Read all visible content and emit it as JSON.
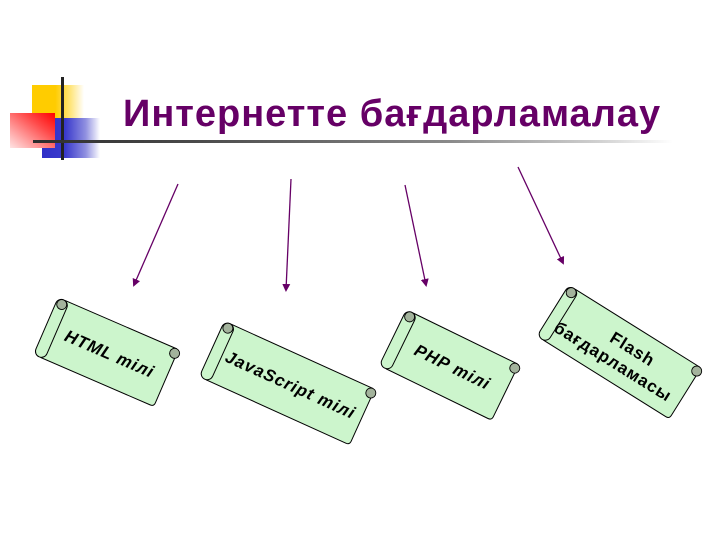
{
  "slide": {
    "title": "Интернетте бағдарламалау",
    "title_color": "#660066",
    "colors": {
      "scroll_fill": "#ccf5cc",
      "scroll_curl": "#a3b39c",
      "arrow": "#660066",
      "logo_yellow": "#ffcc00",
      "logo_red": "#ff0000",
      "logo_blue": "#3333cc"
    },
    "scrolls": [
      {
        "label": "HTML тілі"
      },
      {
        "label": "JavaScript тілі"
      },
      {
        "label": "PHP тілі"
      },
      {
        "lines": [
          "Flash",
          "бағдарламасы"
        ]
      }
    ]
  }
}
